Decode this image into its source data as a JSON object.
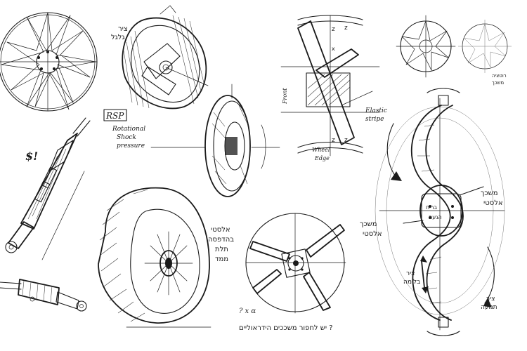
{
  "labels": {
    "rsp": "RSP",
    "rsp_line1": "Rotational",
    "rsp_line2": "Shock",
    "rsp_line3": "pressure",
    "front": "Front",
    "elastic_stripe_line1": "Elastic",
    "elastic_stripe_line2": "stripe",
    "wheel_edge_line1": "Wheel",
    "wheel_edge_line2": "Edge",
    "axis_x": "x",
    "axis_z_top": "z",
    "axis_z_bottom": "z",
    "dollar_mark": "$!",
    "hub_axis_heb_line1": "ציר",
    "hub_axis_heb_line2": "גלגל",
    "tire_note_line1": "אלסטי",
    "tire_note_line2": "בהדפסה",
    "tire_note_line3": "תלת",
    "tire_note_line4": "ממד",
    "hub_question": "? x α",
    "bottom_note": "יש לחפור משככים הידראוליים ?",
    "spring_label_1_line1": "משכך",
    "spring_label_1_line2": "אלסטי",
    "spring_label_2_line1": "משכך",
    "spring_label_2_line2": "אלסטי",
    "axis_label_line1": "ציר",
    "axis_label_line2": "בלימה",
    "motion_label_line1": "ציר",
    "motion_label_line2": "תנועה",
    "hub_text_line1": "בריח",
    "hub_text_line2": "הנעה",
    "top_right_note_line1": "רוטציה",
    "top_right_note_line2": "משכך"
  }
}
